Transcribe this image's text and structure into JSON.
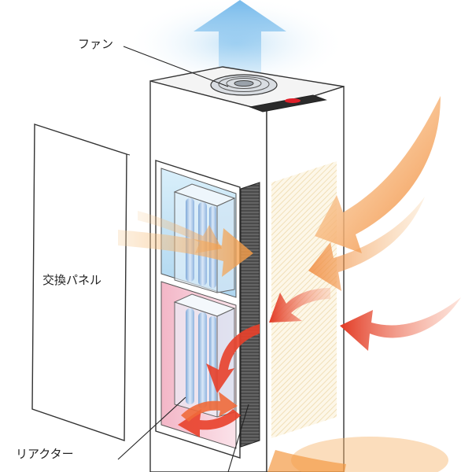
{
  "labels": {
    "fan": "ファン",
    "panel": "交換パネル",
    "reactor": "リアクター"
  },
  "colors": {
    "cool_air": "#8cc8f0",
    "hot_air": "#e8402a",
    "warm_air": "#f5a050",
    "cabinet": "#ffffff",
    "outline": "#333333",
    "glass_blue": "#cfe8f7",
    "glass_pink": "#f6c9d6",
    "display_red": "#e0202a"
  },
  "icons": [
    "fan-icon",
    "control-panel-icon",
    "reactor-tube-icon",
    "airflow-arrow-icon"
  ]
}
